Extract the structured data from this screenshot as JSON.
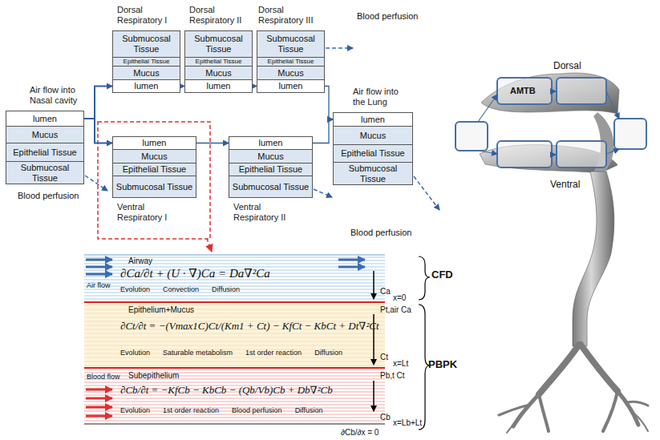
{
  "diagram": {
    "nodes": [
      {
        "text": [
          "Air flow into Nasal cavity"
        ]
      },
      {
        "text": [
          "lumen"
        ],
        "in": 0
      },
      {
        "text": [
          "Mucus"
        ],
        "in": 0
      },
      {
        "text": [
          "Epithelial Tissue"
        ],
        "in": 0
      },
      {
        "text": [
          "Submucosal Tissue"
        ],
        "in": 0
      },
      {
        "text": [
          "Dorsal Respiratory I"
        ]
      },
      {
        "text": [
          "Submucosal Tissue"
        ],
        "in": 5
      },
      {
        "text": [
          "Epithelial Tissue"
        ],
        "in": 5
      },
      {
        "text": [
          "Mucus"
        ],
        "in": 5
      },
      {
        "text": [
          "lumen"
        ],
        "in": 5
      },
      {
        "text": [
          "Dorsal Respiratory II"
        ]
      },
      {
        "text": [
          "Submucosal Tissue"
        ],
        "in": 10
      },
      {
        "text": [
          "Epithelial Tissue"
        ],
        "in": 10
      },
      {
        "text": [
          "Mucus"
        ],
        "in": 10
      },
      {
        "text": [
          "lumen"
        ],
        "in": 10
      },
      {
        "text": [
          "Dorsal Respiratory III"
        ]
      },
      {
        "text": [
          "Submucosal Tissue"
        ],
        "in": 15
      },
      {
        "text": [
          "Epithelial Tissue"
        ],
        "in": 15
      },
      {
        "text": [
          "Mucus"
        ],
        "in": 15
      },
      {
        "text": [
          "lumen"
        ],
        "in": 15
      },
      {
        "text": [
          "Ventral Respiratory I"
        ]
      },
      {
        "text": [
          "lumen"
        ],
        "in": 20
      },
      {
        "text": [
          "Mucus"
        ],
        "in": 20
      },
      {
        "text": [
          "Epithelial Tissue"
        ],
        "in": 20
      },
      {
        "text": [
          "Submucosal Tissue"
        ],
        "in": 20
      },
      {
        "text": [
          "Ventral Respiratory II"
        ]
      },
      {
        "text": [
          "lumen"
        ],
        "in": 25
      },
      {
        "text": [
          "Mucus"
        ],
        "in": 25
      },
      {
        "text": [
          "Epithelial Tissue"
        ],
        "in": 25
      },
      {
        "text": [
          "Submucosal Tissue"
        ],
        "in": 25
      },
      {
        "text": [
          "Air flow into the Lung"
        ]
      },
      {
        "text": [
          "lumen"
        ],
        "in": 30
      },
      {
        "text": [
          "Mucus"
        ],
        "in": 30
      },
      {
        "text": [
          "Epithelial Tissue"
        ],
        "in": 30
      },
      {
        "text": [
          "Submucosal Tissue"
        ],
        "in": 30
      },
      {
        "text": [
          "Airway",
          "∂Ca/∂t + (U · ∇)Ca = Da∇²Ca",
          "Evolution",
          "Convection",
          "Diffusion"
        ]
      },
      {
        "text": [
          "Epithelium+Mucus",
          "∂Ct/∂t = −(Vmax1C)Ct/(Km1 + Ct) − KfCt − KbCt + Dt∇²Ct",
          "Evolution",
          "Saturable metabolism",
          "1st order reaction",
          "Diffusion"
        ]
      },
      {
        "text": [
          "Subepithelium",
          "∂Cb/∂t = −KfCb − KbCb − (Qb/Vb)Cb + Db∇²Cb",
          "Evolution",
          "1st order reaction",
          "Blood perfusion",
          "Diffusion"
        ]
      }
    ],
    "edges": [
      {
        "from": 1,
        "to": 9,
        "arrow": "to"
      },
      {
        "from": 1,
        "to": 21,
        "arrow": "to"
      },
      {
        "from": 9,
        "to": 14,
        "arrow": "to"
      },
      {
        "from": 14,
        "to": 19,
        "arrow": "to"
      },
      {
        "from": 19,
        "to": 31,
        "arrow": "to"
      },
      {
        "from": 21,
        "to": 26,
        "arrow": "to"
      },
      {
        "from": 26,
        "to": 31,
        "arrow": "to"
      }
    ],
    "labels": [
      "Blood perfusion",
      "Blood perfusion",
      "Blood perfusion",
      "Air flow",
      "Blood flow",
      "Ca",
      "x=0",
      "Pt,air Ca",
      "Ct",
      "x=Lt",
      "Pb,t Ct",
      "Cb",
      "x=Lb+Lt",
      "∂Cb/∂x = 0",
      "CFD",
      "PBPK",
      "Dorsal",
      "Ventral",
      "AMTB"
    ]
  }
}
